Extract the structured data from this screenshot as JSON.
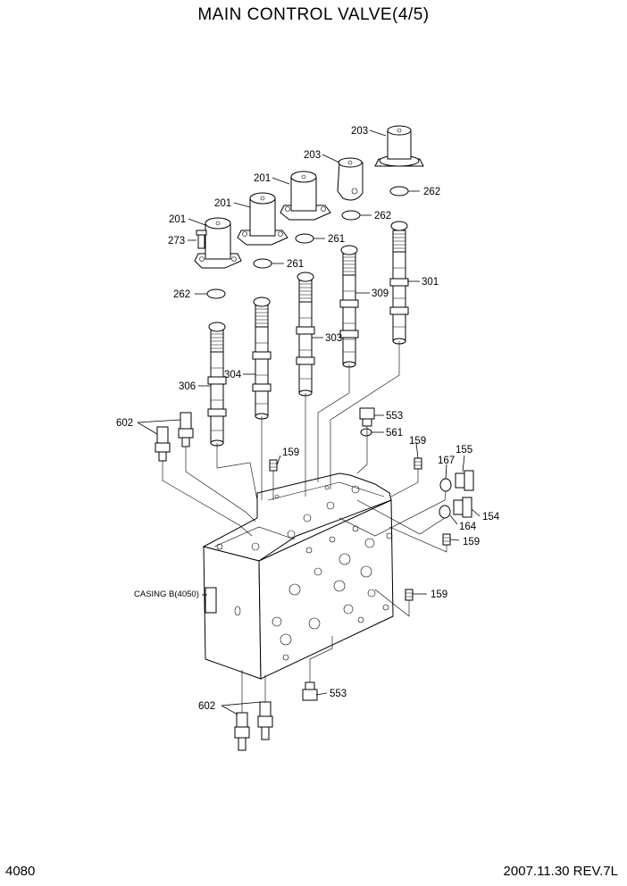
{
  "header": {
    "title": "MAIN CONTROL VALVE(4/5)"
  },
  "footer": {
    "page_number": "4080",
    "revision": "2007.11.30  REV.7L"
  },
  "labels": {
    "p203a": "203",
    "p203b": "203",
    "p201a": "201",
    "p201b": "201",
    "p201c": "201",
    "p273": "273",
    "p262a": "262",
    "p262b": "262",
    "p262c": "262",
    "p261a": "261",
    "p261b": "261",
    "p301": "301",
    "p309": "309",
    "p303": "303",
    "p304": "304",
    "p306": "306",
    "p602a": "602",
    "p602b": "602",
    "p553a": "553",
    "p553b": "553",
    "p561": "561",
    "p159a": "159",
    "p159b": "159",
    "p159c": "159",
    "p159d": "159",
    "p155": "155",
    "p167": "167",
    "p164": "164",
    "p154": "154",
    "casing": "CASING B(4050)"
  }
}
